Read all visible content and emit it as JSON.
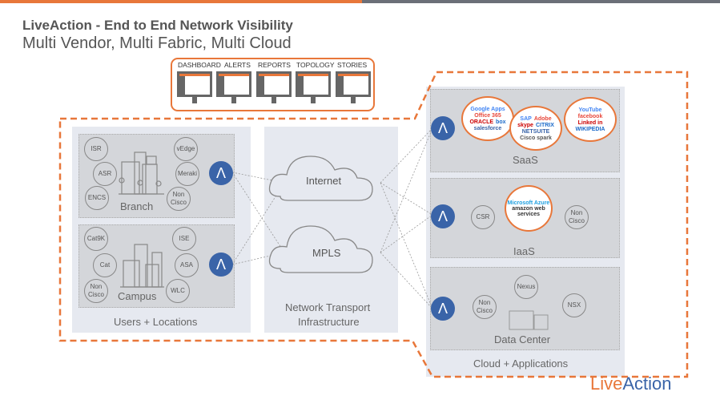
{
  "header": {
    "title": "LiveAction - End to End Network Visibility",
    "subtitle": "Multi Vendor, Multi Fabric, Multi Cloud"
  },
  "tools": [
    {
      "label": "DASHBOARD"
    },
    {
      "label": "ALERTS"
    },
    {
      "label": "REPORTS"
    },
    {
      "label": "TOPOLOGY"
    },
    {
      "label": "STORIES"
    }
  ],
  "users": {
    "label": "Users + Locations",
    "branch": {
      "label": "Branch",
      "devices": [
        "ISR",
        "ASR",
        "ENCS",
        "vEdge",
        "Meraki",
        "Non Cisco"
      ]
    },
    "campus": {
      "label": "Campus",
      "devices": [
        "Cat9K",
        "Cat",
        "Non Cisco",
        "ISE",
        "ASA",
        "WLC"
      ]
    }
  },
  "transport": {
    "label_line1": "Network Transport",
    "label_line2": "Infrastructure",
    "clouds": [
      "Internet",
      "MPLS"
    ]
  },
  "cloud": {
    "label": "Cloud + Applications",
    "saas": {
      "label": "SaaS",
      "logos": [
        [
          "Google Apps",
          "Office 365",
          "ORACLE",
          "box",
          "salesforce"
        ],
        [
          "SAP",
          "Adobe",
          "skype",
          "CITRIX",
          "NETSUITE",
          "Cisco spark"
        ],
        [
          "YouTube",
          "facebook",
          "Linked in",
          "WIKIPEDIA"
        ]
      ]
    },
    "iaas": {
      "label": "IaaS",
      "devices": [
        "CSR",
        "Non Cisco"
      ],
      "logos": [
        "Microsoft Azure",
        "amazon web services"
      ]
    },
    "dc": {
      "label": "Data Center",
      "devices": [
        "Non Cisco",
        "Nexus",
        "NSX"
      ]
    }
  },
  "brand": {
    "live": "Live",
    "action": "Action"
  },
  "colors": {
    "orange": "#e8773a",
    "blue": "#3a64a8",
    "gray": "#666666",
    "panel": "#e6e9f0",
    "box": "#d4d6da"
  }
}
